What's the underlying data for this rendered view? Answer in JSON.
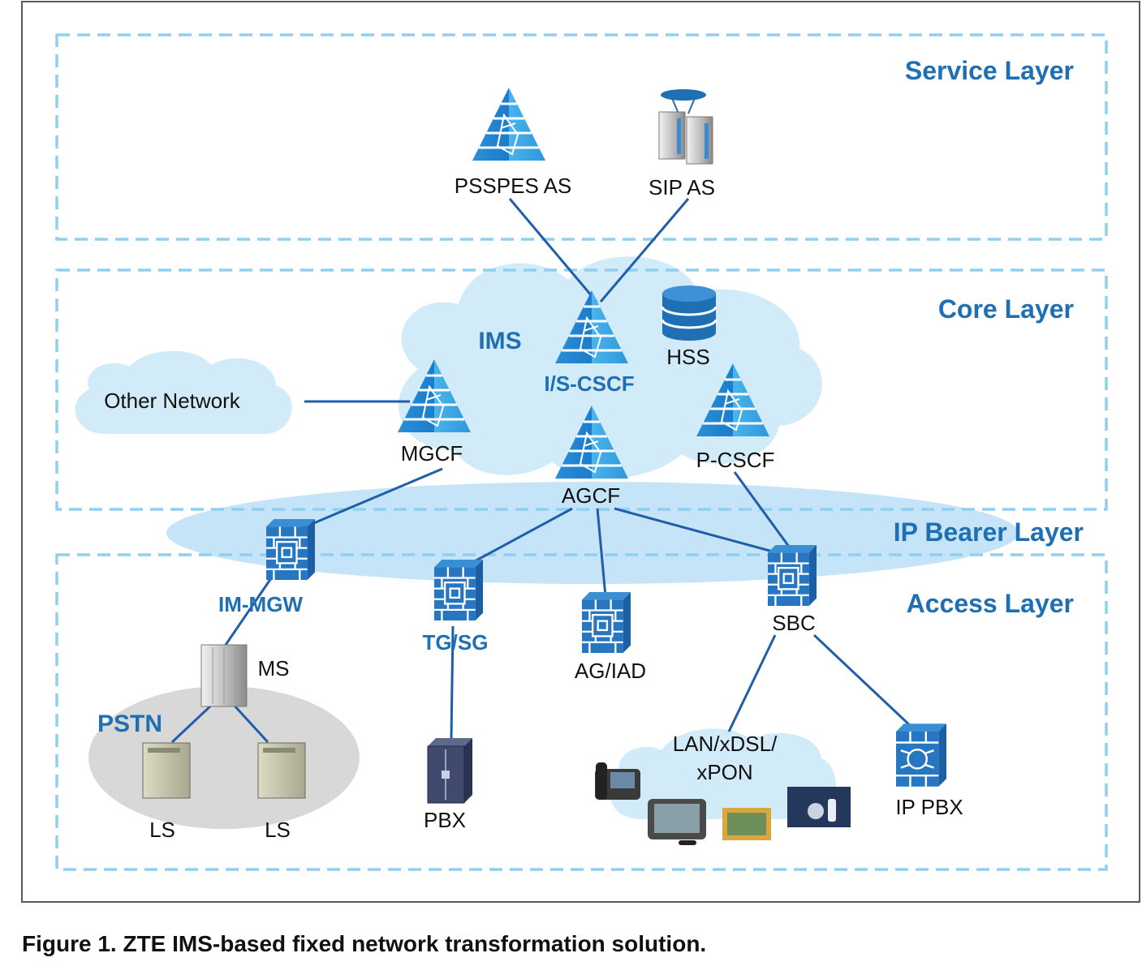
{
  "layers": {
    "service": "Service Layer",
    "core": "Core Layer",
    "ip_bearer": "IP Bearer Layer",
    "access": "Access Layer"
  },
  "nodes": {
    "psspes_as": "PSSPES AS",
    "sip_as": "SIP AS",
    "ims": "IMS",
    "is_cscf": "I/S-CSCF",
    "hss": "HSS",
    "other_network": "Other Network",
    "mgcf": "MGCF",
    "agcf": "AGCF",
    "p_cscf": "P-CSCF",
    "im_mgw": "IM-MGW",
    "tg_sg": "TG/SG",
    "ag_iad": "AG/IAD",
    "sbc": "SBC",
    "ms": "MS",
    "pstn": "PSTN",
    "ls_1": "LS",
    "ls_2": "LS",
    "pbx": "PBX",
    "lan_line1": "LAN/xDSL/",
    "lan_line2": "xPON",
    "ip_pbx": "IP PBX"
  },
  "caption": "Figure 1. ZTE IMS-based fixed network transformation solution.",
  "icons": {
    "pyramid": "pyramid-server-icon",
    "server": "server-icon",
    "database": "database-icon",
    "firewall": "firewall-icon",
    "router": "router-icon",
    "cabinet": "cabinet-icon",
    "terminal": "terminal-icon",
    "cloud": "cloud-icon"
  },
  "colors": {
    "accent": "#1f6fb5",
    "link": "#1f5ea8",
    "cloud": "#d2ebf8",
    "bearer": "#c6e4f7",
    "pstn": "#d8d8d8",
    "dash": "#8fd0f0"
  }
}
